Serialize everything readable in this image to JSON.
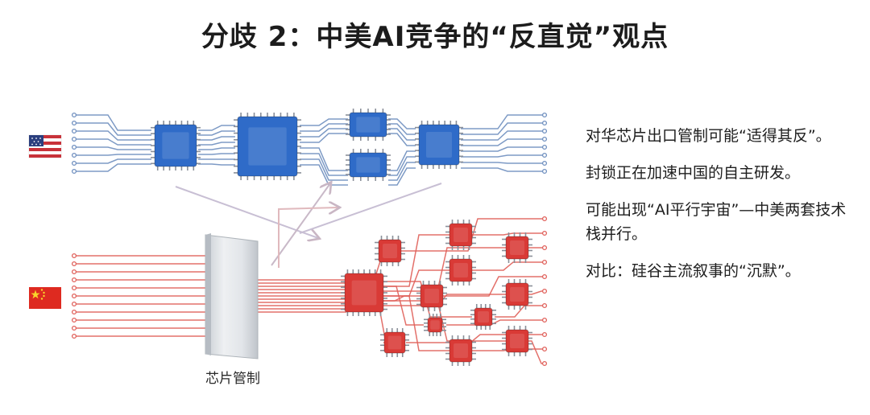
{
  "title": "分歧 2：中美AI竞争的“反直觉”观点",
  "diagram": {
    "top_flag": "us-flag",
    "bottom_flag": "cn-flag",
    "barrier_label": "芯片管制",
    "colors": {
      "us_chip": "#2f6bc8",
      "us_line": "#6f8fbf",
      "cn_chip": "#d93a36",
      "cn_line": "#e0605a",
      "barrier": "#d9dde2"
    }
  },
  "points": [
    "对华芯片出口管制可能“适得其反”。",
    "封锁正在加速中国的自主研发。",
    "可能出现“AI平行宇宙”—中美两套技术栈并行。",
    "对比：硅谷主流叙事的“沉默”。"
  ]
}
